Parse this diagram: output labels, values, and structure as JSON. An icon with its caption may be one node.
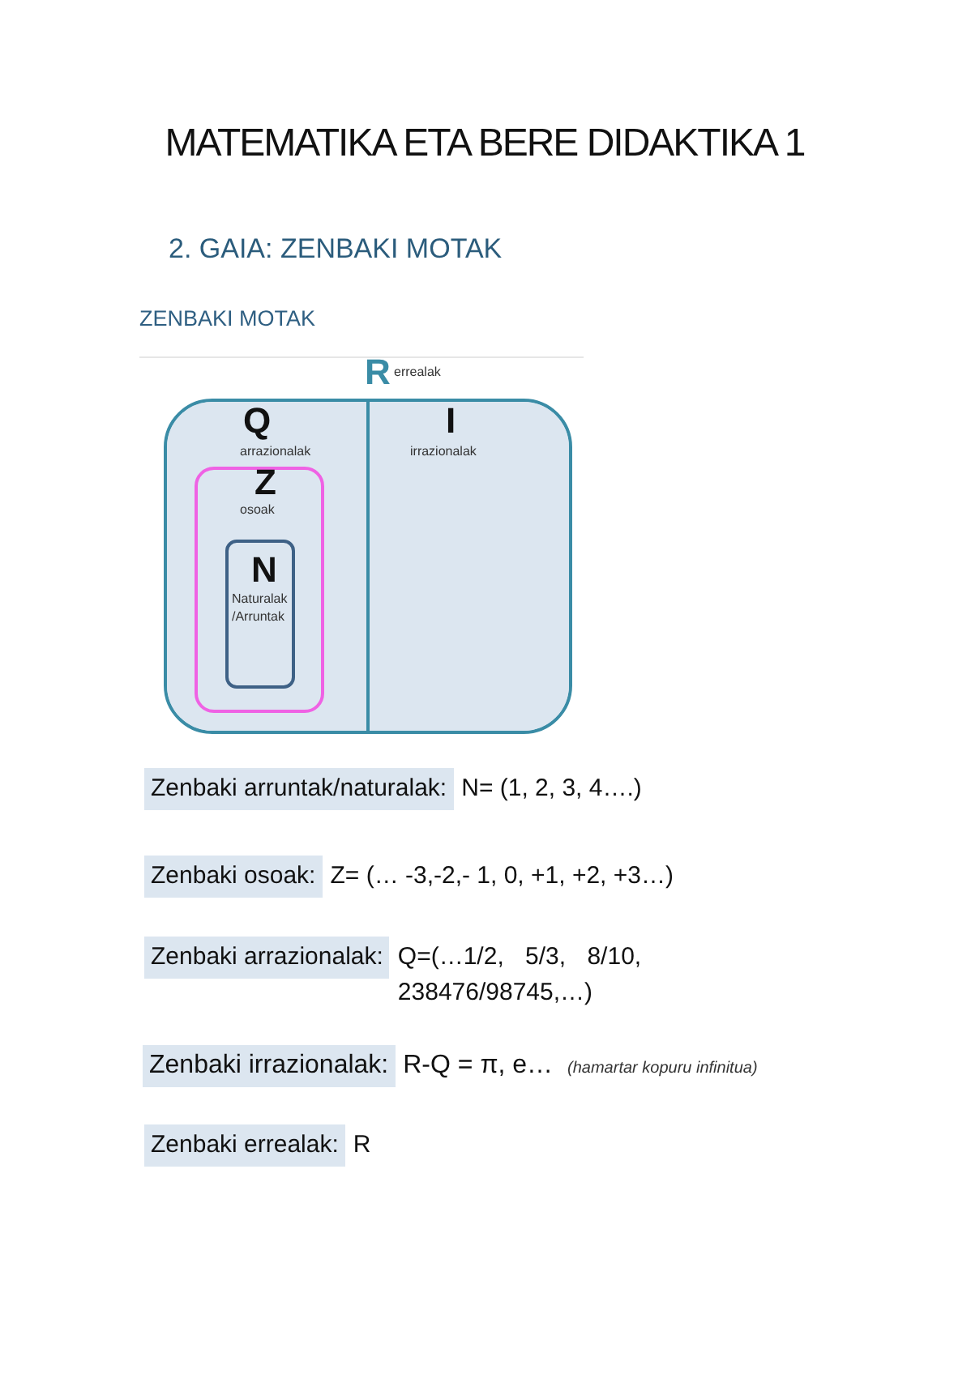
{
  "diagram": {
    "title": "MATEMATIKA ETA BERE DIDAKTIKA 1",
    "nodes": [
      {
        "text": [
          "R",
          "errealak"
        ]
      },
      {
        "text": [
          "Q",
          "arrazionalak"
        ],
        "in": 0
      },
      {
        "text": [
          "Z",
          "osoak"
        ],
        "in": 1
      },
      {
        "text": [
          "N",
          "Naturalak /Arruntak"
        ],
        "in": 2
      },
      {
        "text": [
          "I",
          "irrazionalak"
        ],
        "in": 0
      }
    ],
    "labels": [
      "2. GAIA: ZENBAKI MOTAK",
      "ZENBAKI MOTAK",
      "Zenbaki arruntak/naturalak:",
      "N= (1, 2, 3, 4….)",
      "Zenbaki osoak:",
      "Z= (… -3,-2,- 1, 0, +1, +2, +3…)",
      "Zenbaki arrazionalak:",
      "Q=(…1/2, 5/3, 8/10, 238476/98745,…)",
      "Zenbaki irrazionalak:",
      "R-Q = π, e…",
      "(hamartar kopuru infinitua)",
      "Zenbaki errealak:",
      "R"
    ]
  }
}
